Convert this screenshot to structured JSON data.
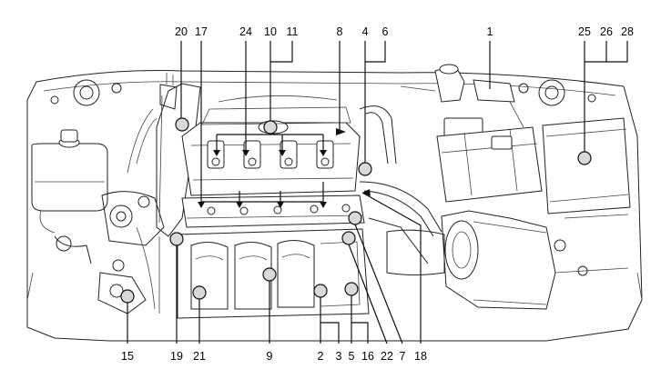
{
  "callouts": [
    {
      "id": "c20",
      "text": "20"
    },
    {
      "id": "c17",
      "text": "17"
    },
    {
      "id": "c24",
      "text": "24"
    },
    {
      "id": "c10",
      "text": "10"
    },
    {
      "id": "c11",
      "text": "11"
    },
    {
      "id": "c8",
      "text": "8"
    },
    {
      "id": "c4",
      "text": "4"
    },
    {
      "id": "c6",
      "text": "6"
    },
    {
      "id": "c1",
      "text": "1"
    },
    {
      "id": "c25",
      "text": "25"
    },
    {
      "id": "c26",
      "text": "26"
    },
    {
      "id": "c28",
      "text": "28"
    },
    {
      "id": "c15",
      "text": "15"
    },
    {
      "id": "c19",
      "text": "19"
    },
    {
      "id": "c21",
      "text": "21"
    },
    {
      "id": "c9",
      "text": "9"
    },
    {
      "id": "c2",
      "text": "2"
    },
    {
      "id": "c3",
      "text": "3"
    },
    {
      "id": "c5",
      "text": "5"
    },
    {
      "id": "c16",
      "text": "16"
    },
    {
      "id": "c22",
      "text": "22"
    },
    {
      "id": "c7",
      "text": "7"
    },
    {
      "id": "c18",
      "text": "18"
    }
  ]
}
